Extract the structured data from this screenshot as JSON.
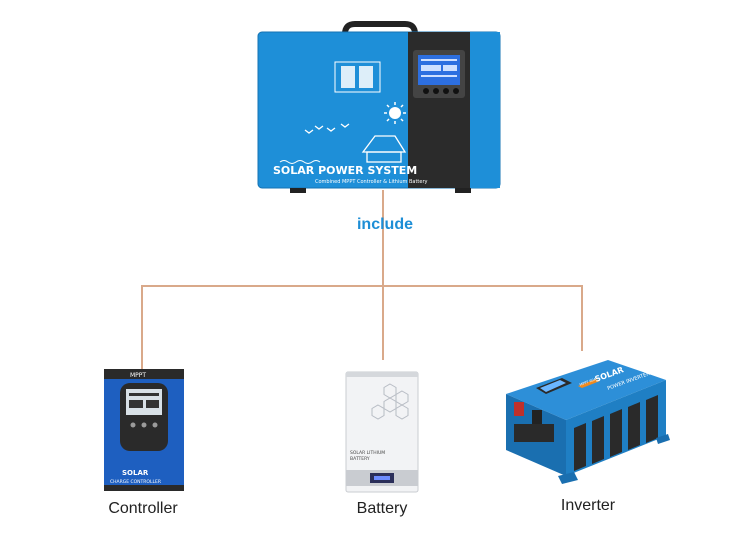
{
  "main_unit": {
    "brand_text": "SOLAR POWER SYSTEM",
    "sub_text": "Combined MPPT Controller & Lithium Battery",
    "colors": {
      "body": "#1e8fd8",
      "panel": "#2a2a2a"
    }
  },
  "connector_label": "include",
  "components": [
    {
      "label": "Controller",
      "top_text": "MPPT",
      "brand": "SOLAR",
      "sub": "CHARGE CONTROLLER"
    },
    {
      "label": "Battery",
      "brand": "SOLAR LITHIUM",
      "sub": "BATTERY"
    },
    {
      "label": "Inverter",
      "brand": "SOLAR",
      "sub": "POWER INVERTER",
      "tag": "MPPT 60A"
    }
  ],
  "colors": {
    "connector": "#d9a98a",
    "accent": "#1d8ed6"
  }
}
